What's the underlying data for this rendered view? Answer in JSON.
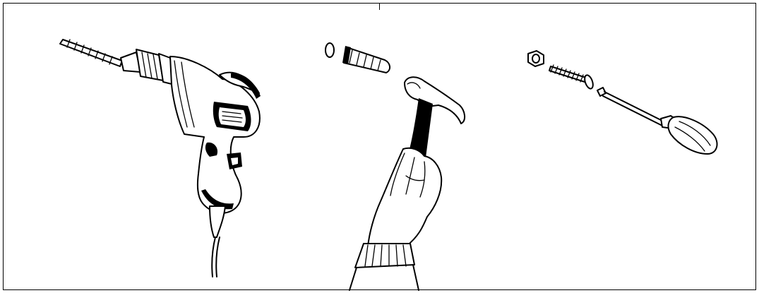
{
  "colors": {
    "background": "#ffffff",
    "ink": "#000000"
  },
  "steps": [
    {
      "id": "drill",
      "icon": "electric-drill-icon"
    },
    {
      "id": "anchor",
      "icon": "wall-plug-hammer-icon"
    },
    {
      "id": "screw",
      "icon": "screwdriver-screw-icon"
    }
  ]
}
